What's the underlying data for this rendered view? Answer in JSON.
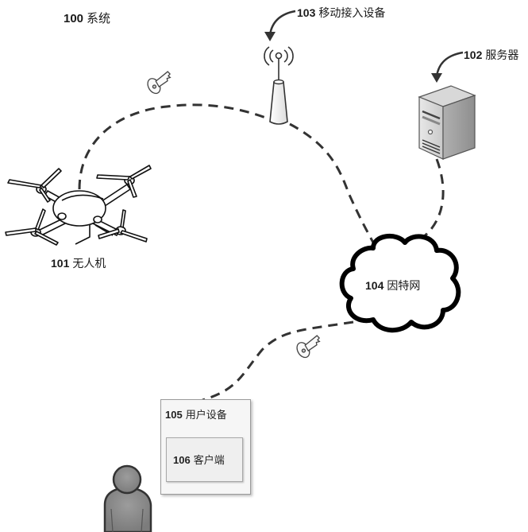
{
  "title": {
    "num": "100",
    "text": "系统"
  },
  "nodes": {
    "drone": {
      "num": "101",
      "text": "无人机",
      "icon": "drone-icon"
    },
    "server": {
      "num": "102",
      "text": "服务器",
      "icon": "server-icon"
    },
    "access_device": {
      "num": "103",
      "text": "移动接入设备",
      "icon": "wireless-tower-icon"
    },
    "internet": {
      "num": "104",
      "text": "因特网",
      "icon": "cloud-icon"
    },
    "user_device": {
      "num": "105",
      "text": "用户设备"
    },
    "client": {
      "num": "106",
      "text": "客户端"
    },
    "user": {
      "icon": "user-icon"
    }
  },
  "links": [
    {
      "from": "drone",
      "to": "access_device",
      "style": "dashed",
      "secured": true
    },
    {
      "from": "access_device",
      "to": "internet",
      "style": "dashed",
      "secured": false
    },
    {
      "from": "server",
      "to": "internet",
      "style": "dashed",
      "secured": false
    },
    {
      "from": "internet",
      "to": "user_device",
      "style": "dashed",
      "secured": true
    }
  ],
  "colors": {
    "line": "#333333",
    "cloud_stroke": "#000000",
    "server": "#bdbdbd",
    "user": "#8a8a8a"
  }
}
